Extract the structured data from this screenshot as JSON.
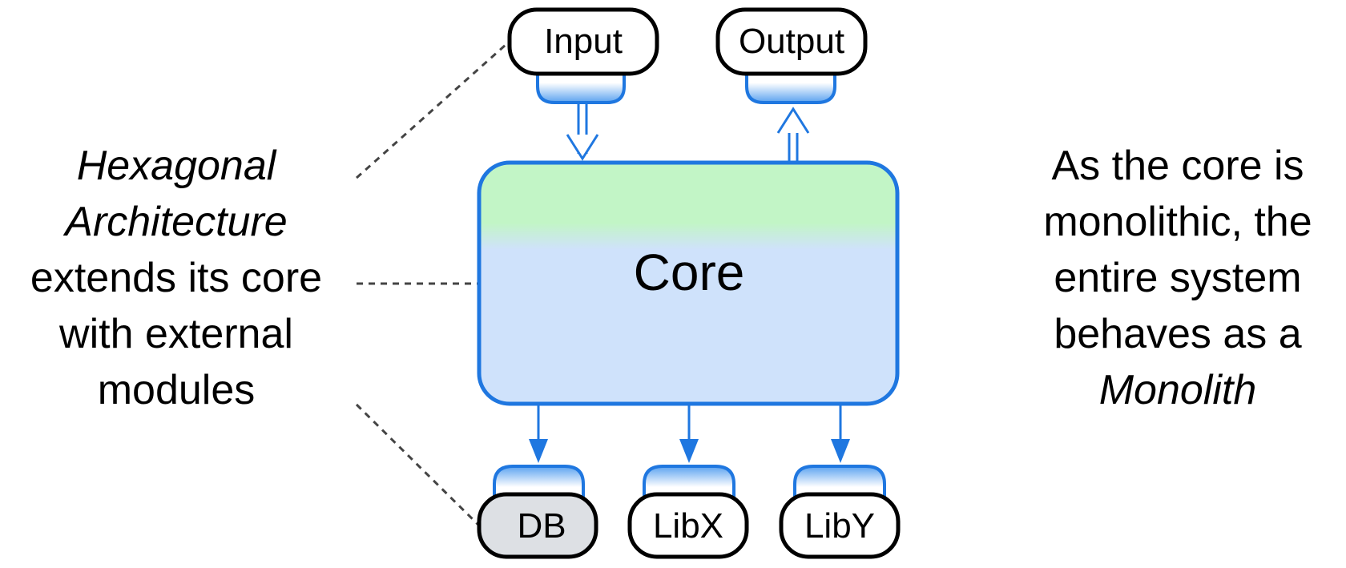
{
  "diagram": {
    "core": {
      "label": "Core"
    },
    "ports_in": [
      {
        "label": "Input",
        "direction": "into-core"
      }
    ],
    "ports_out": [
      {
        "label": "Output",
        "direction": "out-of-core"
      }
    ],
    "dependencies": [
      {
        "label": "DB",
        "fill": "#dde0e4"
      },
      {
        "label": "LibX",
        "fill": "#ffffff"
      },
      {
        "label": "LibY",
        "fill": "#ffffff"
      }
    ],
    "left_caption": {
      "lines": [
        "Hexagonal",
        "Architecture",
        "extends its core",
        "with external",
        "modules"
      ],
      "italic_lines": [
        0,
        1
      ]
    },
    "right_caption": {
      "lines": [
        "As the core is",
        "monolithic, the",
        "entire system",
        "behaves as a",
        "Monolith"
      ],
      "italic_lines": [
        4
      ]
    },
    "colors": {
      "accent_blue": "#1f77e0",
      "core_top": "#c2f5c6",
      "core_bottom": "#cfe2fb",
      "outline": "#000000",
      "db_fill": "#dde0e4",
      "leader_line": "#444444"
    }
  }
}
